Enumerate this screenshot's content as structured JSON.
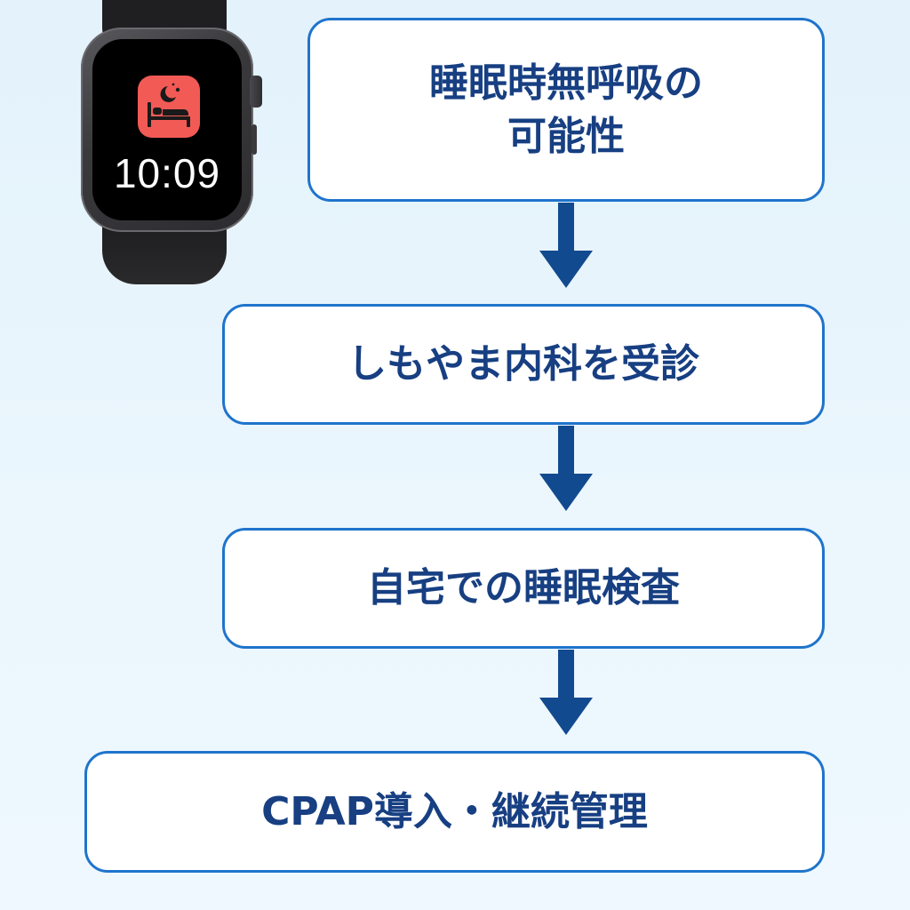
{
  "watch": {
    "time": "10:09",
    "app_icon": "sleep-bed-icon",
    "app_icon_color": "#f25a55"
  },
  "flow": {
    "steps": [
      {
        "lines": [
          "睡眠時無呼吸の",
          "可能性"
        ]
      },
      {
        "lines": [
          "しもやま内科を受診"
        ]
      },
      {
        "lines": [
          "自宅での睡眠検査"
        ]
      },
      {
        "lines": [
          "CPAP導入・継続管理"
        ]
      }
    ],
    "arrow_icon": "arrow-down-icon"
  },
  "colors": {
    "box_border": "#1f74cc",
    "box_text": "#173f82",
    "arrow": "#124a8f",
    "background": "#e6f4fc"
  }
}
